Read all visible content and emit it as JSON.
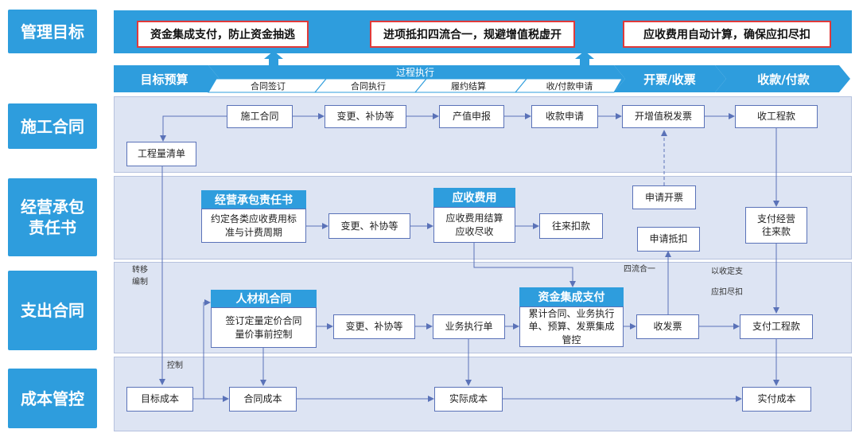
{
  "rows": {
    "mgmt": "管理目标",
    "construction": "施工合同",
    "operation": "经营承包\n责任书",
    "expense": "支出合同",
    "cost": "成本管控"
  },
  "goals": [
    "资金集成支付，防止资金抽逃",
    "进项抵扣四流合一，规避增值税虚开",
    "应收费用自动计算，确保应扣尽扣"
  ],
  "phases": {
    "target_budget": "目标预算",
    "process": "过程执行",
    "process_steps": [
      "合同签订",
      "合同执行",
      "履约结算",
      "收/付款申请"
    ],
    "invoice": "开票/收票",
    "payment": "收款/付款"
  },
  "construction": {
    "contract": "施工合同",
    "change": "变更、补协等",
    "output": "产值申报",
    "collect_apply": "收款申请",
    "vat_invoice": "开增值税发票",
    "collect_payment": "收工程款",
    "bill": "工程量清单"
  },
  "operation": {
    "header": "经营承包责任书",
    "body": "约定各类应收费用标准与计费周期",
    "change": "变更、补协等",
    "recv_header": "应收费用",
    "recv_body": "应收费用结算\n应收尽收",
    "deduct": "往来扣款",
    "apply_invoice": "申请开票",
    "apply_deduct": "申请抵扣",
    "pay_op": "支付经营\n往来款"
  },
  "expense": {
    "header": "人材机合同",
    "body": "签订定量定价合同\n量价事前控制",
    "change": "变更、补协等",
    "exec": "业务执行单",
    "fund_header": "资金集成支付",
    "fund_body": "累计合同、业务执行单、预算、发票集成管控",
    "receive_invoice": "收发票",
    "pay_project": "支付工程款"
  },
  "cost": {
    "target": "目标成本",
    "contract": "合同成本",
    "actual": "实际成本",
    "paid": "实付成本"
  },
  "notes": {
    "transfer": "转移\n编制",
    "control": "控制",
    "four_in_one": "四流合一",
    "by_receipt": "以收定支",
    "deduct_all": "应扣尽扣"
  }
}
